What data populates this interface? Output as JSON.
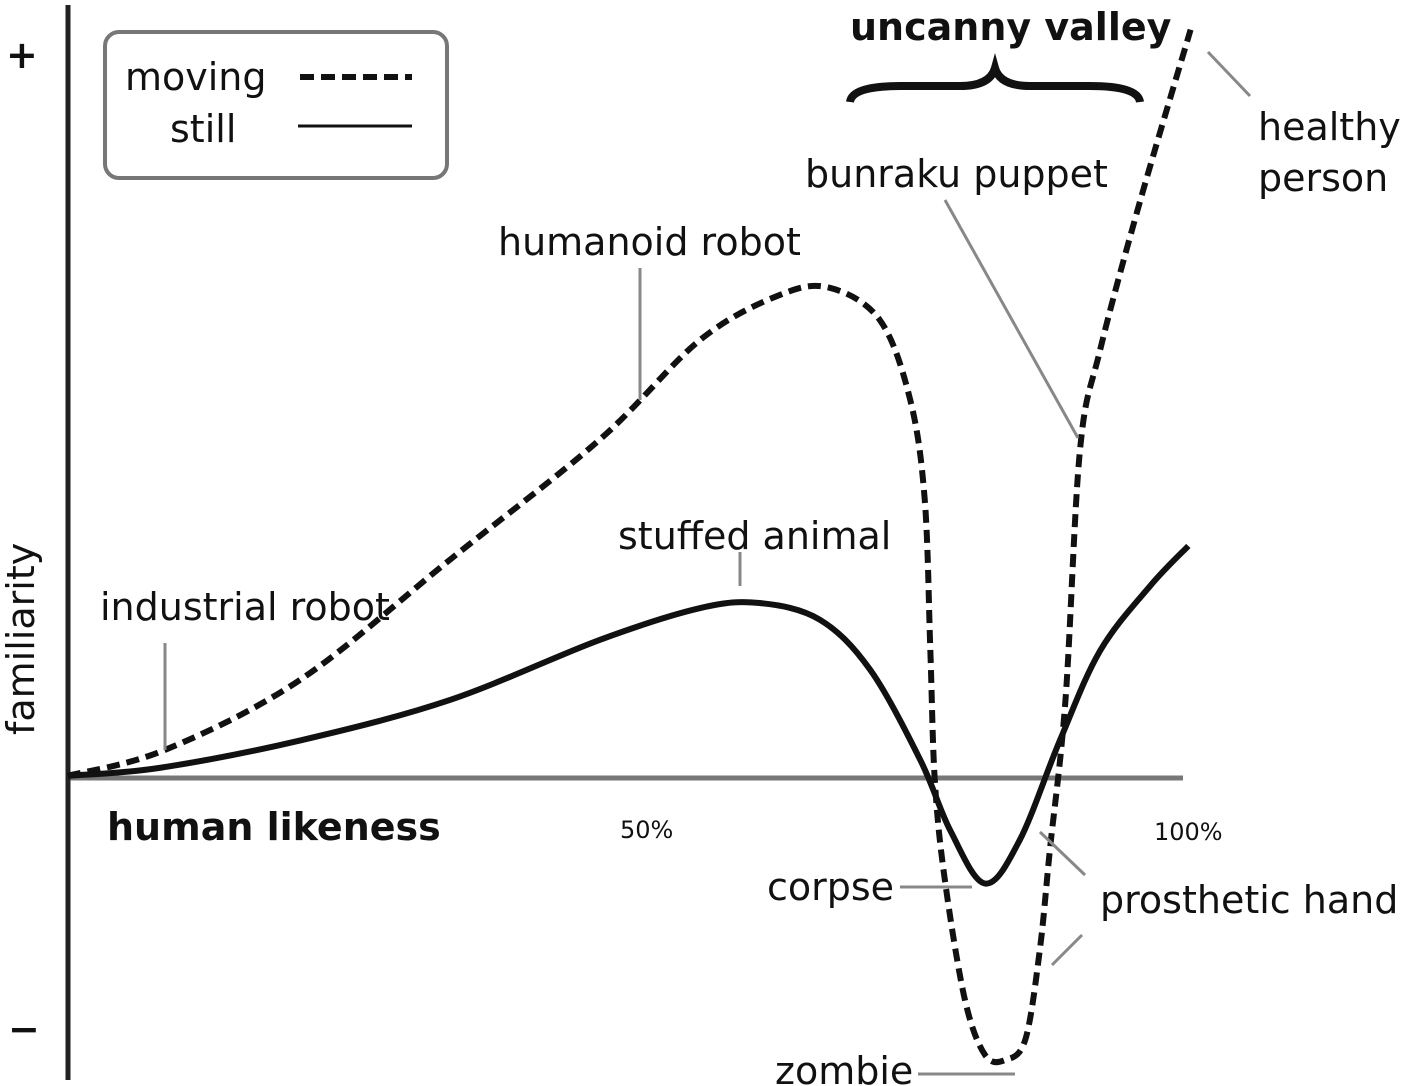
{
  "chart_data": {
    "type": "line",
    "title": "uncanny valley",
    "xlabel": "human likeness",
    "ylabel": "familiarity",
    "y_top_label": "+",
    "y_bottom_label": "−",
    "xlim": [
      0,
      100
    ],
    "ylim": [
      -42,
      107
    ],
    "x_tick_labels": [
      {
        "x": 50,
        "label": "50%"
      },
      {
        "x": 100,
        "label": "100%"
      }
    ],
    "legend": {
      "placement": "top-left",
      "entries": [
        {
          "name": "moving",
          "style": "dashed"
        },
        {
          "name": "still",
          "style": "solid"
        }
      ]
    },
    "series": [
      {
        "name": "moving",
        "style": "dashed",
        "color": "#111111",
        "points": [
          [
            0,
            0.3
          ],
          [
            8.7,
            3.9
          ],
          [
            20.8,
            13.6
          ],
          [
            34.2,
            30.2
          ],
          [
            47.6,
            46.8
          ],
          [
            56.6,
            60.6
          ],
          [
            63.7,
            66.8
          ],
          [
            68.2,
            67.8
          ],
          [
            72.7,
            63.3
          ],
          [
            75.4,
            52.3
          ],
          [
            76.7,
            38.5
          ],
          [
            77.2,
            17.7
          ],
          [
            77.6,
            -0.3
          ],
          [
            78.5,
            -14.1
          ],
          [
            80.3,
            -30.7
          ],
          [
            82.1,
            -38.3
          ],
          [
            83.9,
            -39.0
          ],
          [
            85.7,
            -36.2
          ],
          [
            87.0,
            -23.8
          ],
          [
            87.9,
            -10.0
          ],
          [
            89.3,
            10.8
          ],
          [
            90.6,
            45.4
          ],
          [
            92.4,
            59.2
          ],
          [
            96.0,
            79.9
          ],
          [
            100.5,
            103.5
          ]
        ]
      },
      {
        "name": "still",
        "style": "solid",
        "color": "#111111",
        "points": [
          [
            0,
            0.3
          ],
          [
            8.2,
            1.4
          ],
          [
            20.8,
            5.2
          ],
          [
            34.2,
            10.8
          ],
          [
            47.6,
            19.1
          ],
          [
            56.6,
            23.5
          ],
          [
            61.9,
            24.2
          ],
          [
            67.3,
            21.9
          ],
          [
            71.8,
            15.0
          ],
          [
            76.3,
            2.5
          ],
          [
            79.0,
            -7.3
          ],
          [
            82.1,
            -14.6
          ],
          [
            85.2,
            -8.6
          ],
          [
            88.8,
            5.2
          ],
          [
            92.4,
            17.6
          ],
          [
            96.9,
            26.6
          ],
          [
            100.3,
            32.1
          ]
        ]
      }
    ],
    "annotations": {
      "industrial_robot": "industrial robot",
      "humanoid_robot": "humanoid robot",
      "stuffed_animal": "stuffed animal",
      "bunraku_puppet": "bunraku puppet",
      "healthy_person_1": "healthy",
      "healthy_person_2": "person",
      "corpse": "corpse",
      "zombie": "zombie",
      "prosthetic_hand": "prosthetic hand"
    }
  }
}
